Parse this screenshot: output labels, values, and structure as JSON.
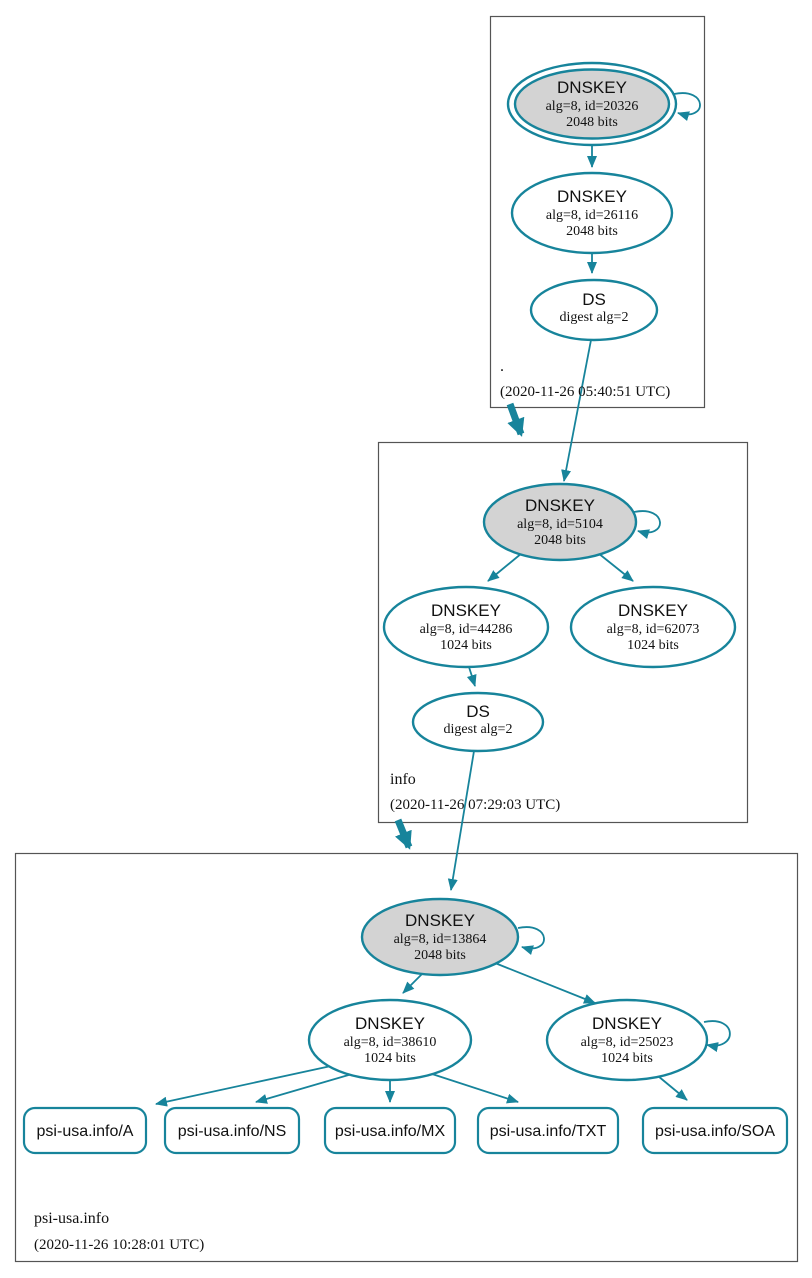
{
  "diagram": {
    "kind": "dnssec-authentication-chain",
    "colors": {
      "edge_teal": "#17849b",
      "ksk_fill": "#d3d3d3",
      "node_fill": "#ffffff",
      "box_border": "#545454",
      "text": "#111111"
    },
    "zones": {
      "root": {
        "name": ".",
        "timestamp": "(2020-11-26 05:40:51 UTC)"
      },
      "info": {
        "name": "info",
        "timestamp": "(2020-11-26 07:29:03 UTC)"
      },
      "psi": {
        "name": "psi-usa.info",
        "timestamp": "(2020-11-26 10:28:01 UTC)"
      }
    },
    "nodes": {
      "root_ksk": {
        "title": "DNSKEY",
        "detail": "alg=8, id=20326",
        "size": "2048 bits"
      },
      "root_zsk": {
        "title": "DNSKEY",
        "detail": "alg=8, id=26116",
        "size": "2048 bits"
      },
      "root_ds": {
        "title": "DS",
        "detail": "digest alg=2"
      },
      "info_ksk": {
        "title": "DNSKEY",
        "detail": "alg=8, id=5104",
        "size": "2048 bits"
      },
      "info_zsk_44286": {
        "title": "DNSKEY",
        "detail": "alg=8, id=44286",
        "size": "1024 bits"
      },
      "info_zsk_62073": {
        "title": "DNSKEY",
        "detail": "alg=8, id=62073",
        "size": "1024 bits"
      },
      "info_ds": {
        "title": "DS",
        "detail": "digest alg=2"
      },
      "psi_ksk": {
        "title": "DNSKEY",
        "detail": "alg=8, id=13864",
        "size": "2048 bits"
      },
      "psi_zsk_38610": {
        "title": "DNSKEY",
        "detail": "alg=8, id=38610",
        "size": "1024 bits"
      },
      "psi_zsk_25023": {
        "title": "DNSKEY",
        "detail": "alg=8, id=25023",
        "size": "1024 bits"
      }
    },
    "records": [
      {
        "label": "psi-usa.info/A"
      },
      {
        "label": "psi-usa.info/NS"
      },
      {
        "label": "psi-usa.info/MX"
      },
      {
        "label": "psi-usa.info/TXT"
      },
      {
        "label": "psi-usa.info/SOA"
      }
    ]
  }
}
